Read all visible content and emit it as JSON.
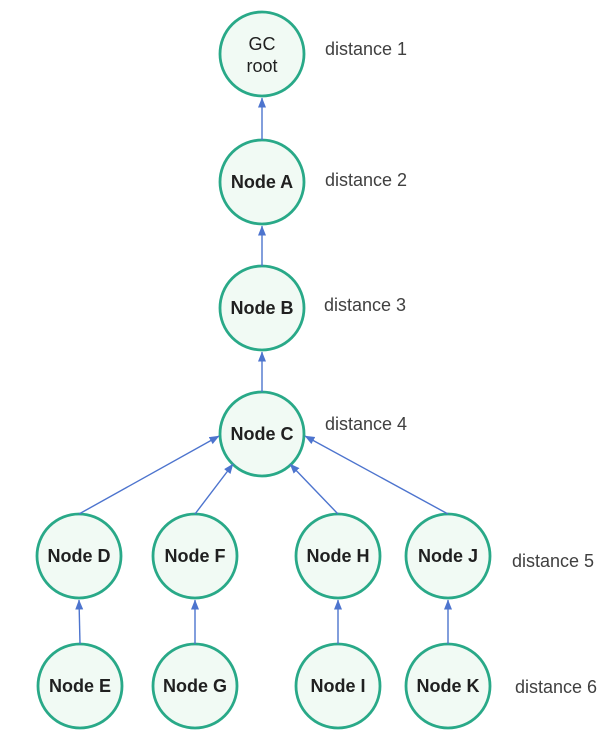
{
  "nodes": {
    "gc_root": {
      "line1": "GC",
      "line2": "root"
    },
    "a": {
      "label": "Node A"
    },
    "b": {
      "label": "Node B"
    },
    "c": {
      "label": "Node C"
    },
    "d": {
      "label": "Node D"
    },
    "f": {
      "label": "Node F"
    },
    "h": {
      "label": "Node H"
    },
    "j": {
      "label": "Node J"
    },
    "e": {
      "label": "Node E"
    },
    "g": {
      "label": "Node G"
    },
    "i": {
      "label": "Node I"
    },
    "k": {
      "label": "Node K"
    }
  },
  "distances": {
    "d1": "distance 1",
    "d2": "distance 2",
    "d3": "distance 3",
    "d4": "distance 4",
    "d5": "distance 5",
    "d6": "distance 6"
  },
  "colors": {
    "node_border": "#29A988",
    "node_fill": "#F1FAF4",
    "arrow": "#4D74CE",
    "node_text": "#202020",
    "distance_text": "#404040"
  }
}
